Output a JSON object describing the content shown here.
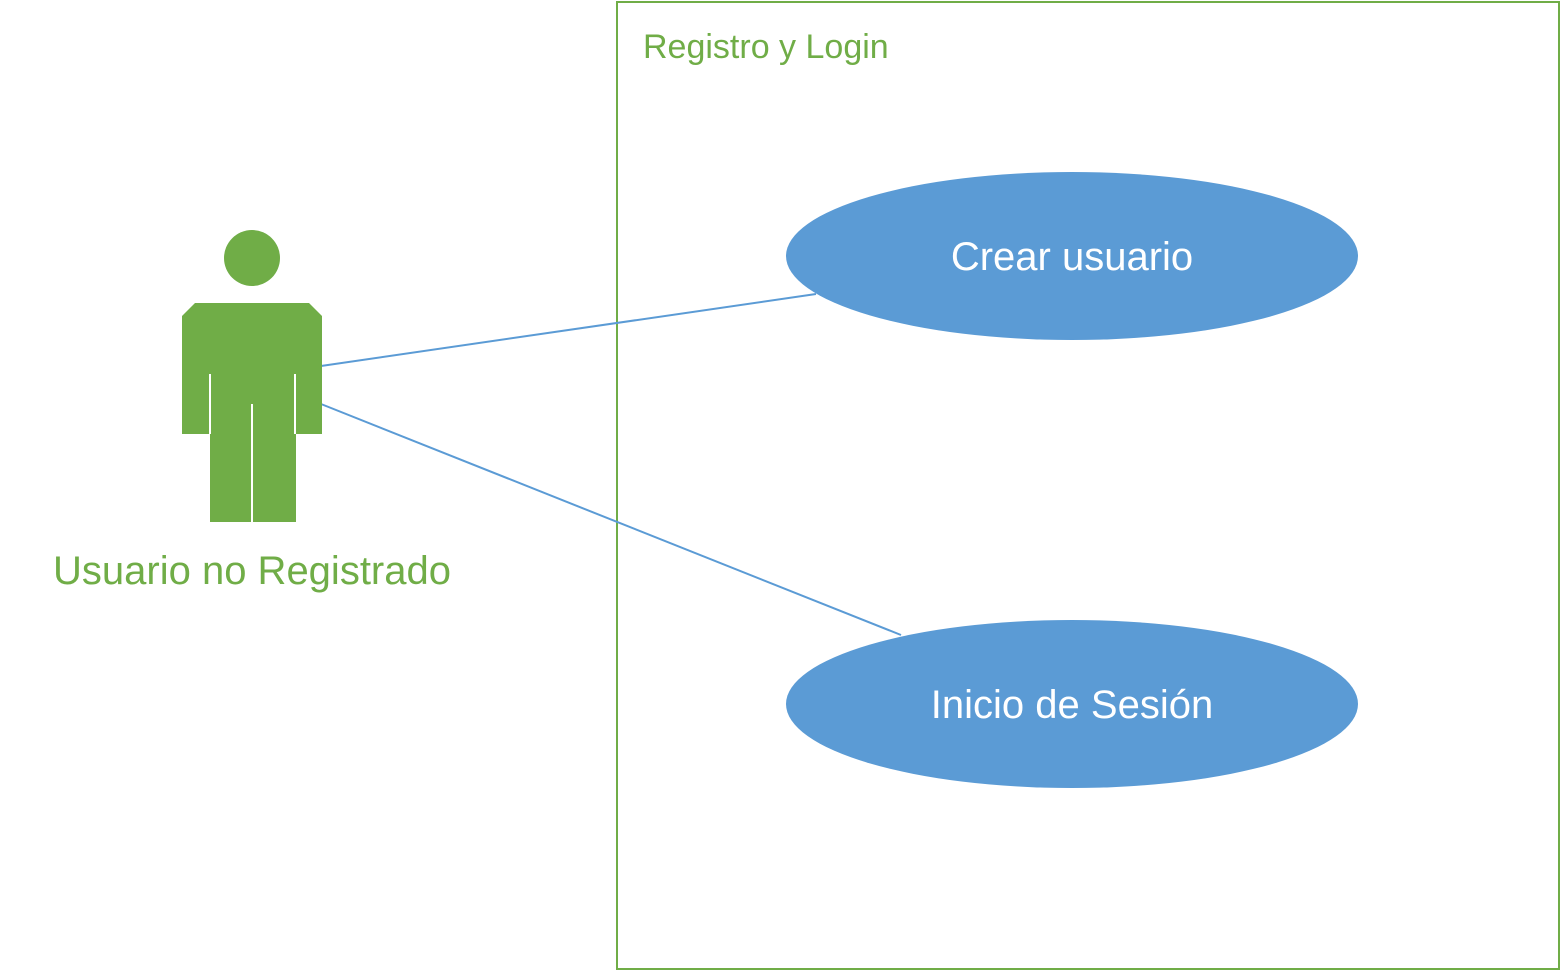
{
  "system": {
    "title": "Registro y Login"
  },
  "actor": {
    "label": "Usuario no Registrado",
    "icon": "person-icon"
  },
  "use_cases": [
    {
      "label": "Crear usuario"
    },
    {
      "label": "Inicio de Sesión"
    }
  ],
  "colors": {
    "actor": "#70AD47",
    "system_border": "#70AD47",
    "use_case_fill": "#5B9BD5",
    "use_case_text": "#FFFFFF",
    "connector": "#5B9BD5"
  }
}
